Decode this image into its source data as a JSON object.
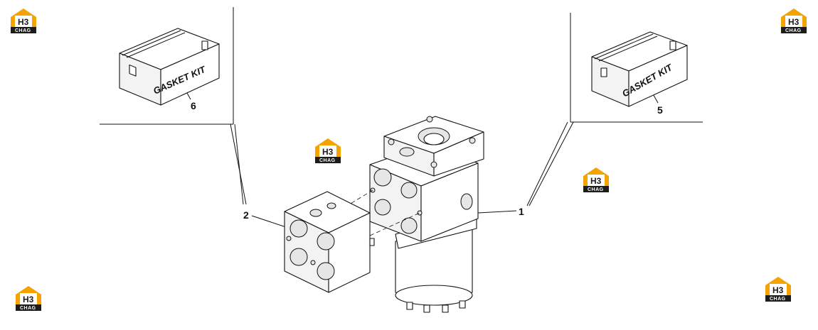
{
  "callouts": {
    "one": "1",
    "two": "2",
    "five": "5",
    "six": "6"
  },
  "kits": {
    "left_label": "GASKET KIT",
    "right_label": "GASKET KIT"
  },
  "watermark": {
    "mark": "H3",
    "word": "CHAG",
    "colors": {
      "orange": "#f5a300",
      "dark": "#1c1c1c"
    }
  }
}
